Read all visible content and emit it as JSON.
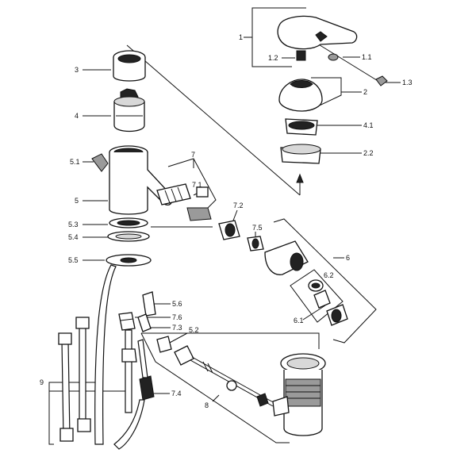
{
  "labels": {
    "l1": "1",
    "l1_2": "1.2",
    "l1_1": "1.1",
    "l1_3": "1.3",
    "l2": "2",
    "l4_1": "4.1",
    "l2_2": "2.2",
    "l3": "3",
    "l4": "4",
    "l5_1": "5.1",
    "l5": "5",
    "l5_3": "5.3",
    "l5_4": "5.4",
    "l5_5": "5.5",
    "l7": "7",
    "l7_1": "7.1",
    "l7_2": "7.2",
    "l7_5": "7.5",
    "l6": "6",
    "l6_2": "6.2",
    "l6_1": "6.1",
    "l5_6": "5.6",
    "l7_6": "7.6",
    "l7_3": "7.3",
    "l5_2": "5.2",
    "l7_4": "7.4",
    "l8": "8",
    "l9": "9"
  },
  "colors": {
    "ink": "#111111",
    "paper": "#ffffff"
  }
}
